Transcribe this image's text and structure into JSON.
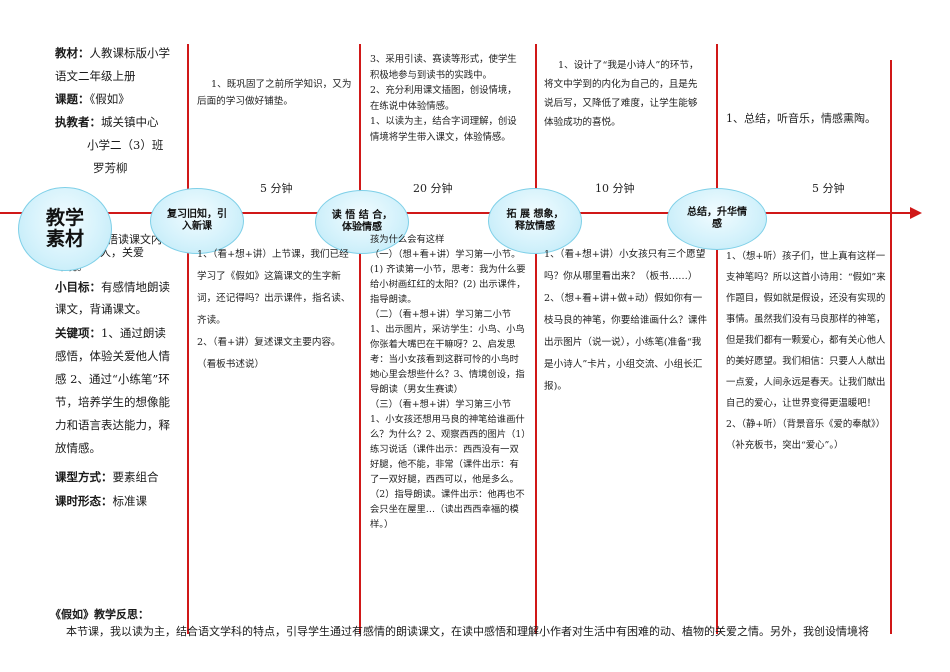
{
  "side_top": {
    "material": {
      "label": "教材：",
      "value": "人教课标版小学语文二年级上册"
    },
    "topic": {
      "label": "课题：",
      "value": "《假如》"
    },
    "teacher": {
      "label": "执教者：",
      "value": "城关镇中心"
    },
    "teacher_line2": "小学二（3）班",
    "teacher_line3": "罗芳柳"
  },
  "side_bottom": {
    "cut_line1": "悟读课文内",
    "cut_line2": "关心他人，关爱",
    "cut_line3": "环境。",
    "small_goal": {
      "label": "小目标：",
      "value": "有感情地朗读课文，背诵课文。"
    },
    "key": {
      "label": "关键项：",
      "value": "1、通过朗读感悟，体验关爱他人情感 2、通过“小练笔”环节，培养学生的想像能力和语言表达能力，释放情感。"
    },
    "lesson_type": {
      "label": "课型方式：",
      "value": "要素组合"
    },
    "lesson_form": {
      "label": "课时形态：",
      "value": "标准课"
    }
  },
  "main_node": {
    "line1": "教学",
    "line2": "素材"
  },
  "stages": [
    {
      "label": "复习旧知，引入新课",
      "time": "5 分钟",
      "top_text": "1、既巩固了之前所学知识，又为后面的学习做好铺垫。",
      "bottom_text": "1、（看+想+讲）上节课，我们已经学习了《假如》这篇课文的生字新词，还记得吗？出示课件，指名读、齐读。\n2、（看+讲）复述课文主要内容。（看板书述说）"
    },
    {
      "label": "读 悟 结 合，体验情感",
      "time": "20 分钟",
      "top_text": "3、采用引读、赛读等形式，使学生积极地参与到读书的实践中。\n2、充分利用课文插图，创设情境，在练说中体验情感。\n1、以读为主，结合字词理解，创设情境将学生带入课文，体验情感。",
      "bottom_text": "孩为什么会有这样\n（一）（想+看+讲）学习第一小节。\n(1) 齐读第一小节，思考：我为什么要给小树画红红的太阳？(2) 出示课件，指导朗读。\n（二）（看+想+讲）学习第二小节 1、出示图片，采访学生：小鸟、小鸟你张着大嘴巴在干嘛呀？2、启发思考：当小女孩看到这群可怜的小鸟时她心里会想些什么？3、情境创设，指导朗读（男女生赛读）\n（三）（看+想+讲）学习第三小节 1、小女孩还想用马良的神笔给谁画什么？为什么？2、观察西西的图片（1）练习说话（课件出示：西西没有一双好腿，他不能，非常（课件出示：有了一双好腿，西西可以，他是多么。（2）指导朗读。课件出示：他再也不会只坐在屋里…（读出西西幸福的模样。）"
    },
    {
      "label": "拓 展 想象，释放情感",
      "time": "10 分钟",
      "top_text": "1、设计了“我是小诗人”的环节，将文中学到的内化为自己的，且是先说后写，又降低了难度，让学生能够体验成功的喜悦。",
      "bottom_text": "1、（看+想+讲）小女孩只有三个愿望吗？你从哪里看出来？（板书……）\n2、（想+看+讲+做+动）假如你有一枝马良的神笔，你要给谁画什么？课件出示图片（说一说），小练笔(准备“我是小诗人”卡片，小组交流、小组长汇报)。"
    },
    {
      "label": "总结，升华情感",
      "time": "5 分钟",
      "top_text": "1、总结，听音乐，情感熏陶。",
      "bottom_text": "1、（想+听）孩子们，世上真有这样一支神笔吗？所以这首小诗用：“假如”来作题目，假如就是假设，还没有实现的事情。虽然我们没有马良那样的神笔，但是我们都有一颗爱心，都有关心他人的美好愿望。我们相信：只要人人献出一点爱，人间永远是春天。让我们献出自己的爱心，让世界变得更温暖吧！\n2、（静+听）（背景音乐《爱的奉献》）（补充板书，突出“爱心”。）"
    }
  ],
  "reflection": {
    "title": "《假如》教学反思：",
    "body": "本节课，我以读为主，结合语文学科的特点，引导学生通过有感情的朗读课文，在读中感悟和理解小作者对生活中有困难的动、植物的关爱之情。另外，我创设情境将"
  },
  "colors": {
    "line": "#d01818",
    "node_fill": "#d2f1fb",
    "node_border": "#7fd0e8"
  }
}
